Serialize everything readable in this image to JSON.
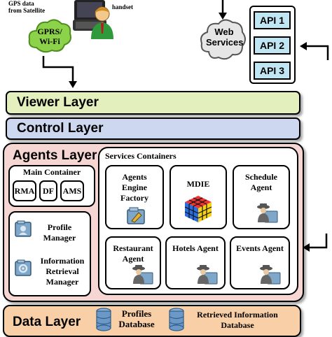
{
  "top": {
    "gps_caption": "GPS data\nfrom Satellite",
    "handset_caption": "handset",
    "network_label": "GPRS/\nWi-Fi",
    "web_services_label": "Web\nServices",
    "apis": [
      "API 1",
      "API 2",
      "API 3"
    ]
  },
  "layers": {
    "viewer": "Viewer Layer",
    "control": "Control Layer",
    "agents": "Agents Layer",
    "data": "Data Layer"
  },
  "main_container": {
    "title": "Main Container",
    "items": [
      "RMA",
      "DF",
      "AMS"
    ]
  },
  "left_services": {
    "profile_manager": "Profile\nManager",
    "info_retrieval": "Information\nRetrieval\nManager"
  },
  "services_containers": {
    "title": "Services Containers",
    "items": [
      "Agents\nEngine\nFactory",
      "MDIE",
      "Schedule\nAgent",
      "Restaurant\nAgent",
      "Hotels Agent",
      "Events Agent"
    ]
  },
  "data_layer": {
    "profiles_db": "Profiles\nDatabase",
    "retrieved_db": "Retrieved Information\nDatabase"
  },
  "colors": {
    "viewer": "#e3f0be",
    "control": "#cdd8f0",
    "agents_bg": "#f6d6d2",
    "data": "#f8cfa6",
    "api": "#bfe6f2",
    "network": "#8dd34a"
  }
}
